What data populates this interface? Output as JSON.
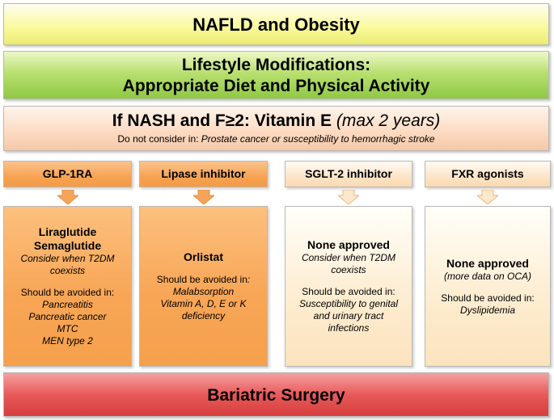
{
  "top": {
    "title": "NAFLD and Obesity"
  },
  "lifestyle": {
    "line1": "Lifestyle Modifications:",
    "line2": "Appropriate Diet and Physical Activity"
  },
  "vitamin_e": {
    "lead": "If NASH and F≥2: Vitamin E",
    "duration": "(max 2 years)",
    "note_lead": "Do not consider in:",
    "note_italic": "Prostate cancer or susceptibility to hemorrhagic stroke"
  },
  "columns": [
    {
      "header": "GLP-1RA",
      "drug_lines": [
        "Liraglutide",
        "Semaglutide"
      ],
      "consider": [
        "Consider when T2DM",
        "coexists"
      ],
      "avoid_lead": "Should be avoided in:",
      "avoid_items": [
        "Pancreatitis",
        "Pancreatic cancer",
        "MTC",
        "MEN type 2"
      ]
    },
    {
      "header": "Lipase inhibitor",
      "drug_lines": [
        "Orlistat"
      ],
      "avoid_lead_plain": "Should be avoided in",
      "avoid_lead_colon": ":",
      "avoid_items": [
        "Malabsorption",
        "Vitamin A, D, E or K",
        "deficiency"
      ]
    },
    {
      "header": "SGLT-2 inhibitor",
      "drug_lines": [
        "None approved"
      ],
      "consider": [
        "Consider when T2DM",
        "coexists"
      ],
      "avoid_lead": "Should be avoided in:",
      "avoid_items": [
        "Susceptibility to genital",
        "and urinary tract",
        "infections"
      ]
    },
    {
      "header": "FXR agonists",
      "drug_lines": [
        "None approved"
      ],
      "note": "(more data on OCA)",
      "avoid_lead": "Should be avoided in:",
      "avoid_items": [
        "Dyslipidemia"
      ]
    }
  ],
  "bottom": {
    "title": "Bariatric Surgery"
  },
  "colors": {
    "orange_box": "#f7a354",
    "light_box": "#fce5c8",
    "green_bar": "#8fc845",
    "yellow_bar": "#fafaa0",
    "red_bar": "#e85a5a"
  }
}
